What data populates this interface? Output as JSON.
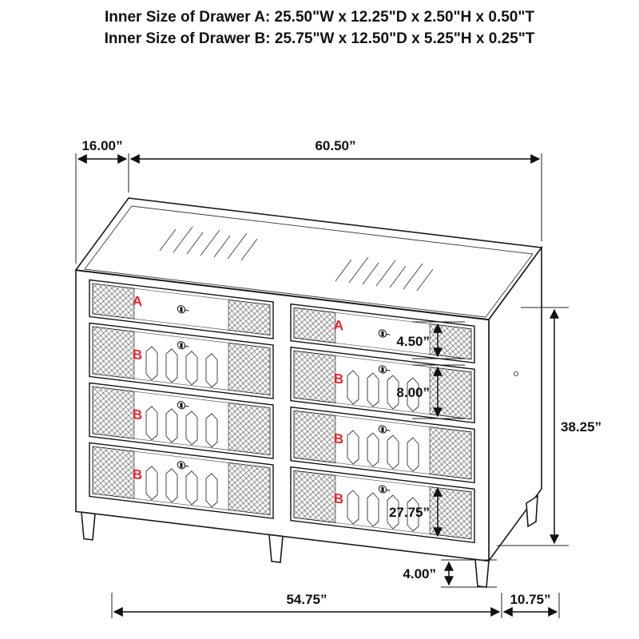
{
  "title": {
    "line1": "Inner Size of Drawer A: 25.50\"W x 12.25\"D x 2.50\"H x 0.50\"T",
    "line2": "Inner Size of Drawer B: 25.75\"W x 12.50\"D x 5.25\"H x 0.25\"T"
  },
  "dims": {
    "top_depth": "16.00”",
    "top_width": "60.50”",
    "drawer_a_height": "4.50”",
    "drawer_b_height": "8.00”",
    "total_height": "38.25”",
    "bottom_drawer": "27.75”",
    "leg_height": "4.00”",
    "base_width": "54.75”",
    "base_depth": "10.75”"
  },
  "drawers": {
    "left": [
      "A",
      "B",
      "B",
      "B"
    ],
    "right": [
      "A",
      "B",
      "B",
      "B"
    ]
  },
  "colors": {
    "drawer_label": "#e8232a",
    "line": "#111111"
  }
}
